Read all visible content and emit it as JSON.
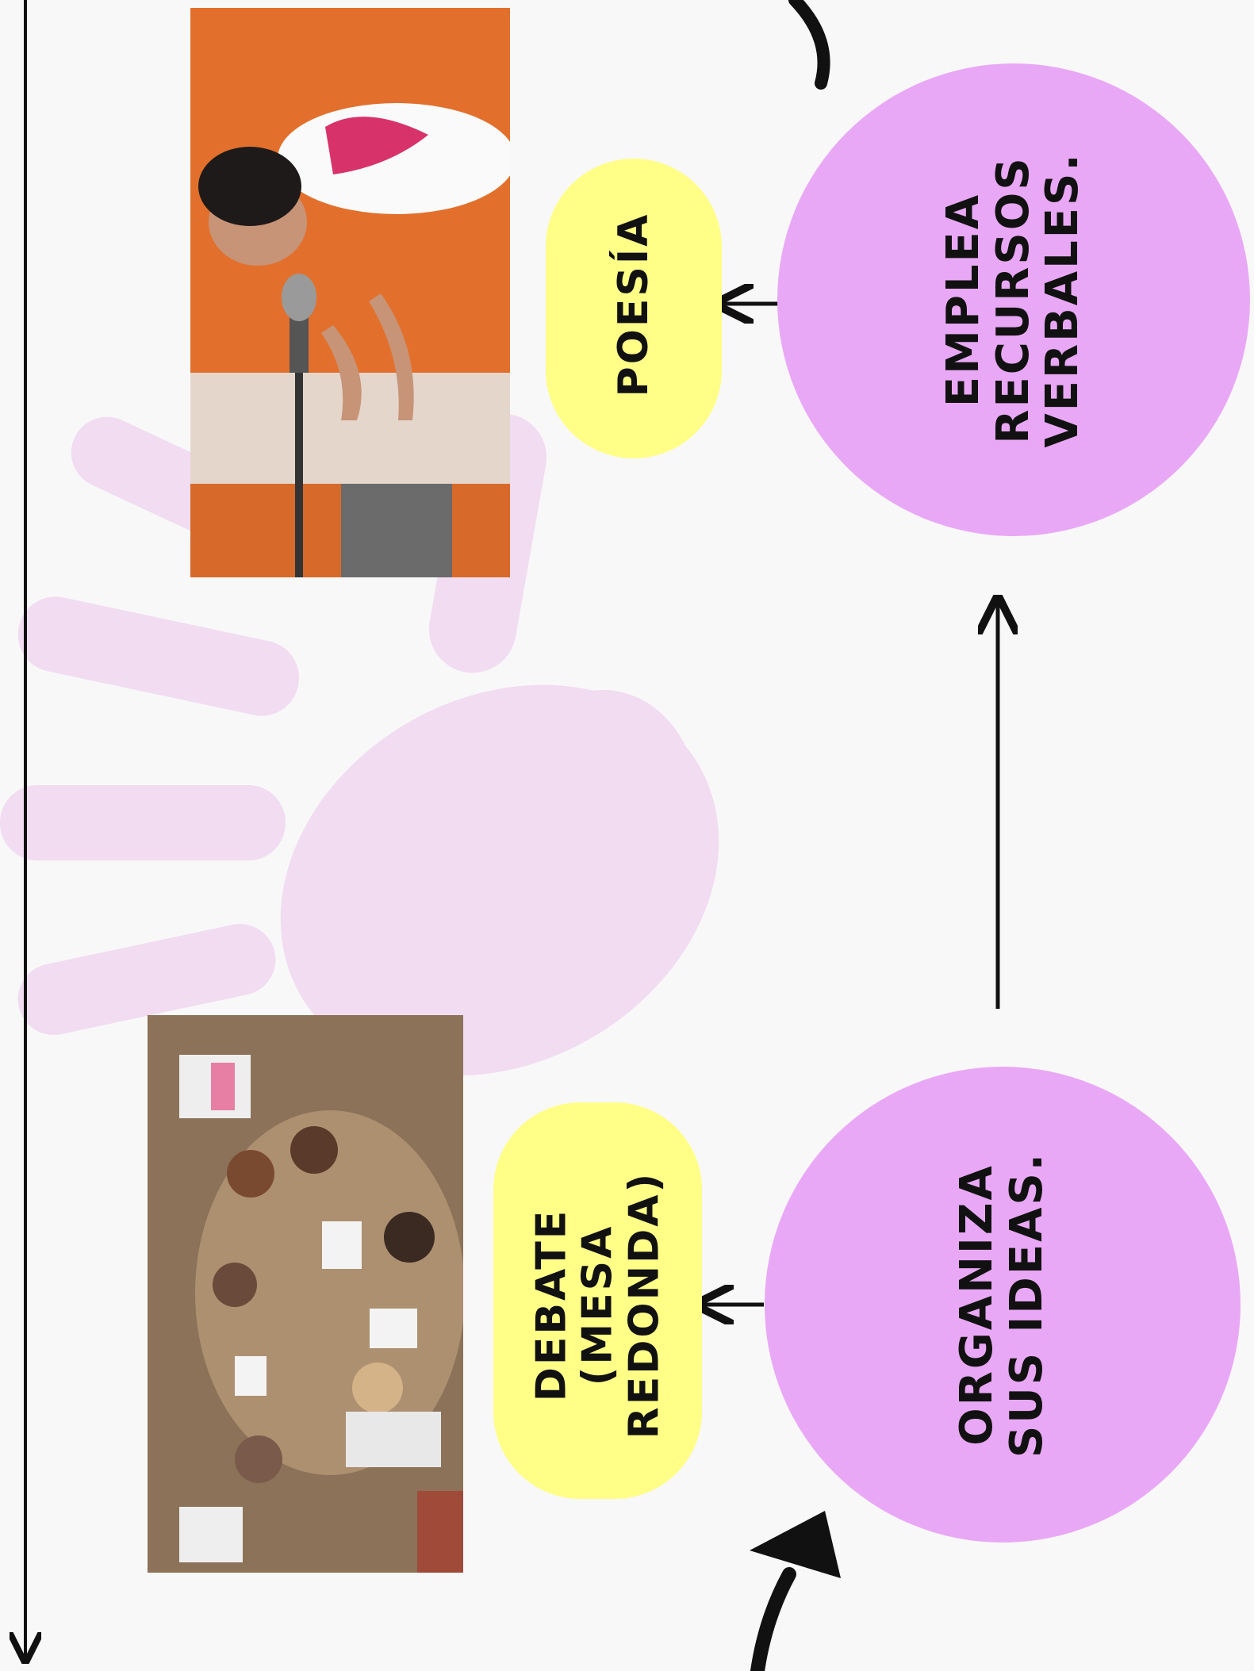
{
  "nodes": {
    "organiza": {
      "label": "ORGANIZA SUS IDEAS."
    },
    "emplea": {
      "label": "EMPLEA RECURSOS VERBALES."
    },
    "debate": {
      "label": "DEBATE (MESA REDONDA)"
    },
    "poesia": {
      "label": "POESÍA"
    }
  },
  "photos": {
    "poetry": {
      "subject": "girl-reciting-at-microphone"
    },
    "debate": {
      "subject": "children-round-table-overhead"
    }
  },
  "colors": {
    "background": "#f8f8f8",
    "circle": "#e9a8f5",
    "pill": "#ffff88",
    "handprint": "#f1dcf1",
    "line": "#111111"
  }
}
